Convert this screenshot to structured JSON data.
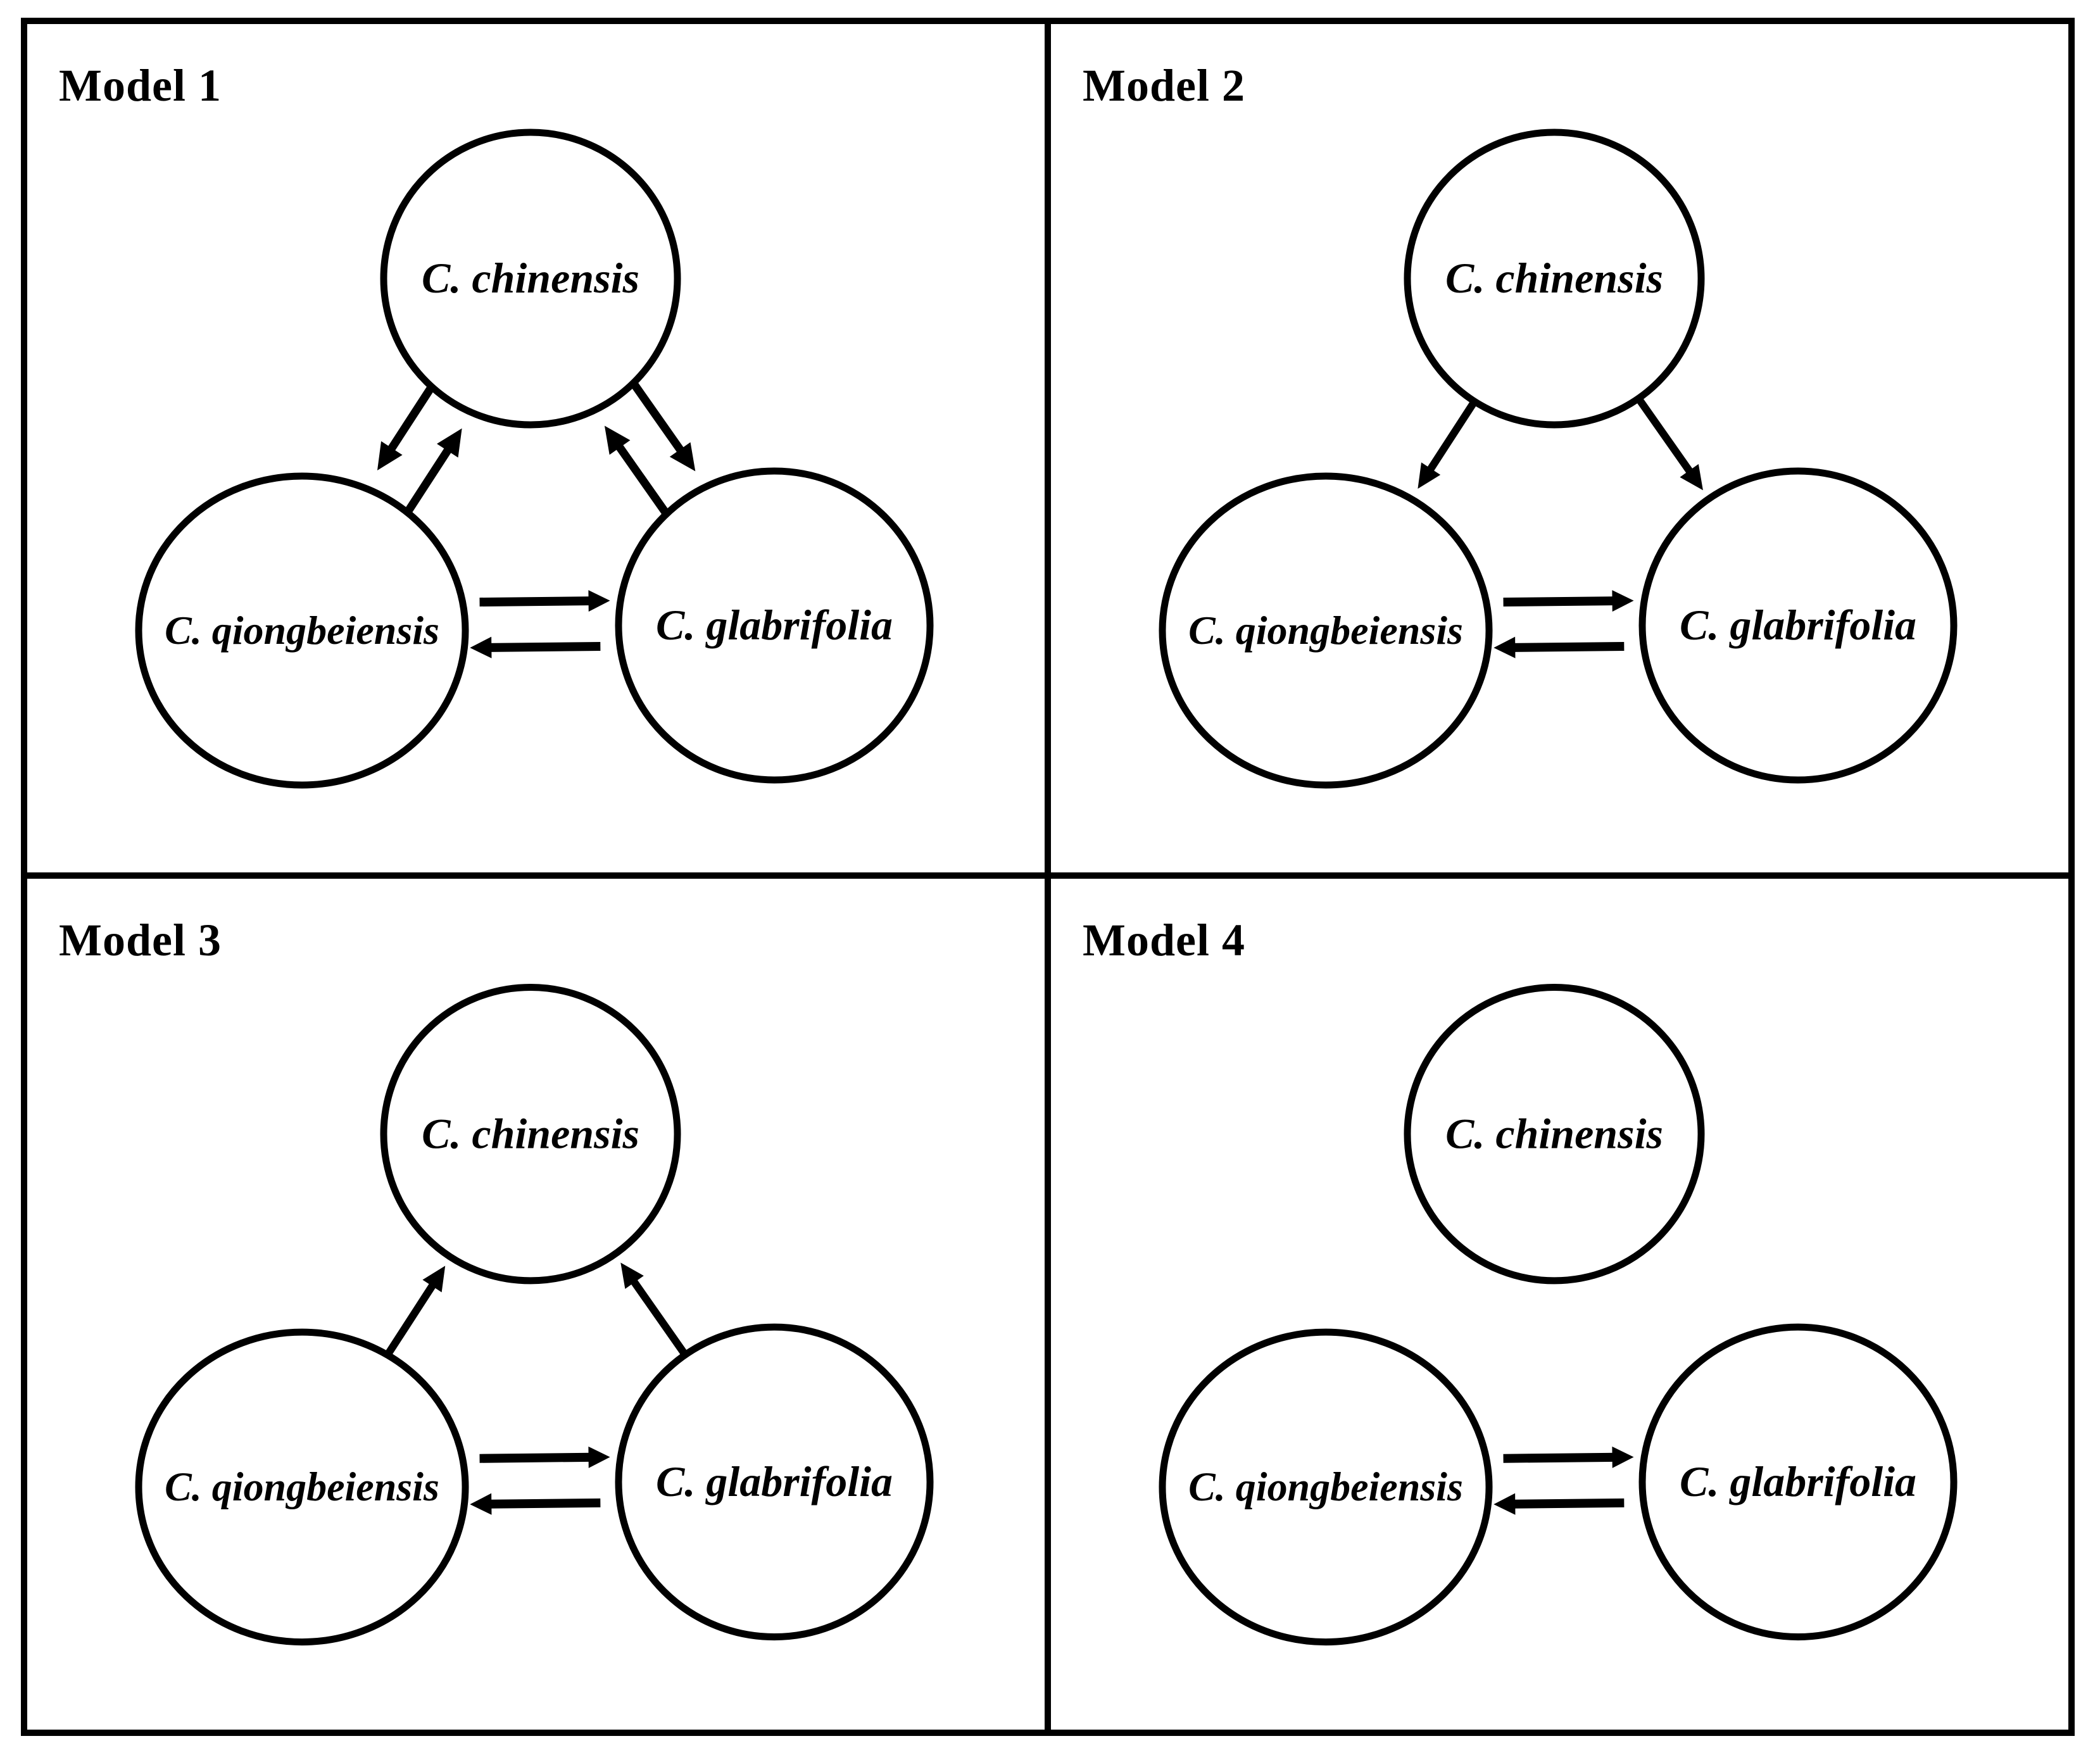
{
  "figure": {
    "species": {
      "chinensis": "C. chinensis",
      "qiongbeiensis": "C. qiongbeiensis",
      "glabrifolia": "C. glabrifolia"
    },
    "models": [
      {
        "label": "Model 1",
        "edges": [
          {
            "from": "chinensis",
            "to": "qiongbeiensis",
            "bidirectional": true
          },
          {
            "from": "chinensis",
            "to": "glabrifolia",
            "bidirectional": true
          },
          {
            "from": "qiongbeiensis",
            "to": "glabrifolia",
            "bidirectional": true
          }
        ]
      },
      {
        "label": "Model 2",
        "edges": [
          {
            "from": "chinensis",
            "to": "qiongbeiensis",
            "bidirectional": false
          },
          {
            "from": "chinensis",
            "to": "glabrifolia",
            "bidirectional": false
          },
          {
            "from": "qiongbeiensis",
            "to": "glabrifolia",
            "bidirectional": true
          }
        ]
      },
      {
        "label": "Model 3",
        "edges": [
          {
            "from": "qiongbeiensis",
            "to": "chinensis",
            "bidirectional": false
          },
          {
            "from": "glabrifolia",
            "to": "chinensis",
            "bidirectional": false
          },
          {
            "from": "qiongbeiensis",
            "to": "glabrifolia",
            "bidirectional": true
          }
        ]
      },
      {
        "label": "Model 4",
        "edges": [
          {
            "from": "qiongbeiensis",
            "to": "glabrifolia",
            "bidirectional": true
          }
        ]
      }
    ],
    "colors": {
      "ink": "#000000",
      "background": "#ffffff"
    }
  }
}
